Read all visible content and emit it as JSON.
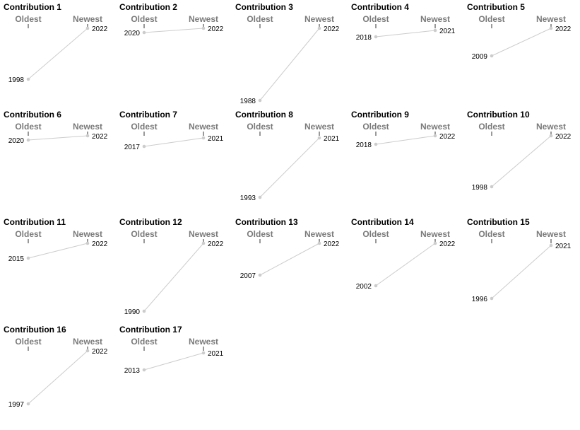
{
  "chart_data": {
    "type": "line",
    "chart_kind": "slope chart small multiples",
    "x_categories": [
      "Oldest",
      "Newest"
    ],
    "colors": {
      "line": "#cccccc",
      "point": "#cccccc",
      "tick": "#333333",
      "column_label": "#7a7a7a"
    },
    "panels": [
      {
        "title": "Contribution 1",
        "oldest": 1998,
        "newest": 2022
      },
      {
        "title": "Contribution 2",
        "oldest": 2020,
        "newest": 2022
      },
      {
        "title": "Contribution 3",
        "oldest": 1988,
        "newest": 2022
      },
      {
        "title": "Contribution 4",
        "oldest": 2018,
        "newest": 2021
      },
      {
        "title": "Contribution 5",
        "oldest": 2009,
        "newest": 2022
      },
      {
        "title": "Contribution 6",
        "oldest": 2020,
        "newest": 2022
      },
      {
        "title": "Contribution 7",
        "oldest": 2017,
        "newest": 2021
      },
      {
        "title": "Contribution 8",
        "oldest": 1993,
        "newest": 2021
      },
      {
        "title": "Contribution 9",
        "oldest": 2018,
        "newest": 2022
      },
      {
        "title": "Contribution 10",
        "oldest": 1998,
        "newest": 2022
      },
      {
        "title": "Contribution 11",
        "oldest": 2015,
        "newest": 2022
      },
      {
        "title": "Contribution 12",
        "oldest": 1990,
        "newest": 2022
      },
      {
        "title": "Contribution 13",
        "oldest": 2007,
        "newest": 2022
      },
      {
        "title": "Contribution 14",
        "oldest": 2002,
        "newest": 2022
      },
      {
        "title": "Contribution 15",
        "oldest": 1996,
        "newest": 2021
      },
      {
        "title": "Contribution 16",
        "oldest": 1997,
        "newest": 2022
      },
      {
        "title": "Contribution 17",
        "oldest": 2013,
        "newest": 2021
      }
    ]
  }
}
